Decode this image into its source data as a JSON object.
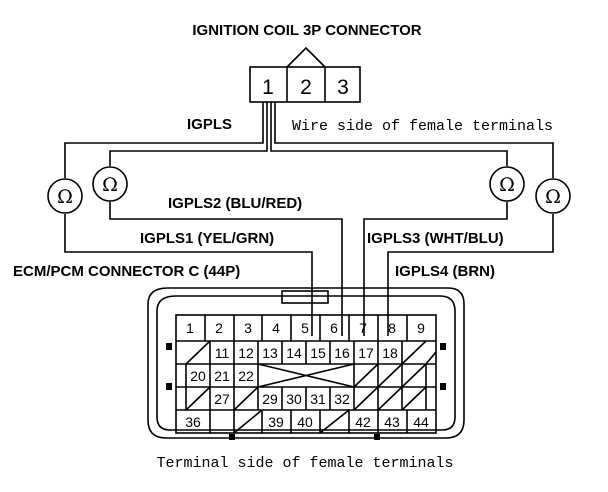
{
  "title": "IGNITION COIL 3P CONNECTOR",
  "coil_connector": {
    "pins": [
      "1",
      "2",
      "3"
    ],
    "caption": "Wire side of female terminals"
  },
  "labels": {
    "igpls": "IGPLS",
    "igpls1": "IGPLS1 (YEL/GRN)",
    "igpls2": "IGPLS2 (BLU/RED)",
    "igpls3": "IGPLS3 (WHT/BLU)",
    "igpls4": "IGPLS4 (BRN)",
    "ecm_connector": "ECM/PCM CONNECTOR C (44P)",
    "ecm_caption": "Terminal side of female terminals"
  },
  "meters": [
    "Ω",
    "Ω",
    "Ω",
    "Ω"
  ],
  "ecm_pins": {
    "row1": [
      "1",
      "2",
      "3",
      "4",
      "5",
      "6",
      "7",
      "8",
      "9"
    ],
    "row2": [
      "11",
      "12",
      "13",
      "14",
      "15",
      "16",
      "17",
      "18"
    ],
    "row3": [
      "20",
      "21",
      "22"
    ],
    "row4": [
      "27",
      "29",
      "30",
      "31",
      "32"
    ],
    "row5": [
      "36",
      "39",
      "40",
      "42",
      "43",
      "44"
    ]
  }
}
